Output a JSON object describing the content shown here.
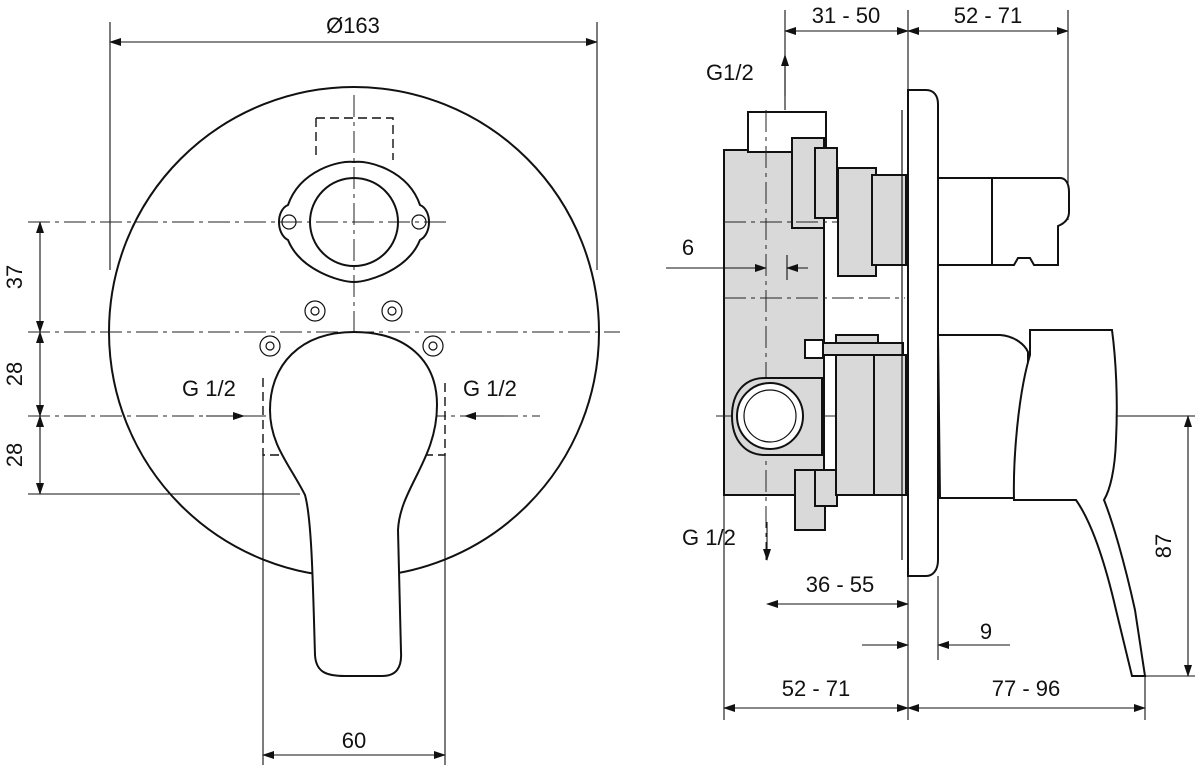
{
  "front_view": {
    "diameter_label": "Ø163",
    "dim_37": "37",
    "dim_28_upper": "28",
    "dim_28_lower": "28",
    "dim_60": "60",
    "inlet_left_label": "G 1/2",
    "inlet_right_label": "G 1/2"
  },
  "side_view": {
    "dim_31_50": "31 - 50",
    "dim_52_71_top": "52 - 71",
    "outlet_top_label": "G1/2",
    "dim_6": "6",
    "outlet_bottom_label": "G 1/2",
    "dim_36_55": "36 - 55",
    "dim_9": "9",
    "dim_87": "87",
    "dim_52_71_bottom": "52 - 71",
    "dim_77_96": "77 - 96"
  }
}
